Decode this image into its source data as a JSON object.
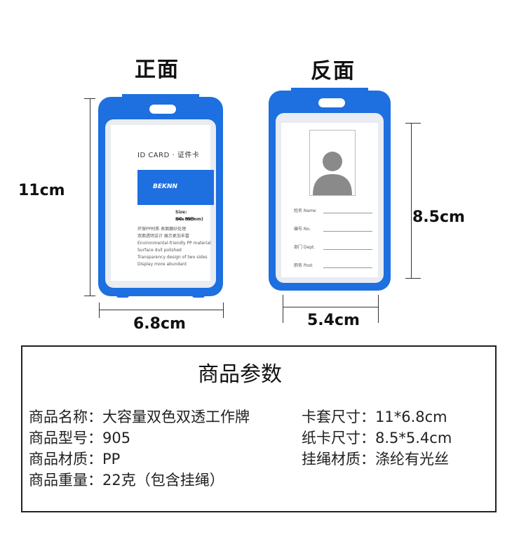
{
  "front": {
    "heading": "正面",
    "height_label": "11cm",
    "width_label": "6.8cm",
    "card": {
      "title": "ID CARD · 证件卡",
      "brand": "BEKNN",
      "size": "Size: 54×85(mm)",
      "number": "NO. 905",
      "lines": [
        "环保PP材质   表面磨砂处理",
        "双面透明设计   展示更加丰富",
        "Environmental-friendly PP material",
        "Surface dull polished",
        "Transparency design of two sides",
        "Display more abundant"
      ]
    }
  },
  "back": {
    "heading": "反面",
    "height_label": "8.5cm",
    "width_label": "5.4cm",
    "fields": [
      "姓名 Name",
      "编号 No.",
      "部门 Dept.",
      "职务 Post"
    ]
  },
  "params": {
    "title": "商品参数",
    "left": [
      "商品名称：大容量双色双透工作牌",
      "商品型号：905",
      "商品材质：PP",
      "商品重量：22克（包含挂绳）"
    ],
    "right": [
      "卡套尺寸：11*6.8cm",
      "纸卡尺寸：8.5*5.4cm",
      "挂绳材质：涤纶有光丝"
    ]
  },
  "colors": {
    "accent": "#1e6fe0"
  }
}
